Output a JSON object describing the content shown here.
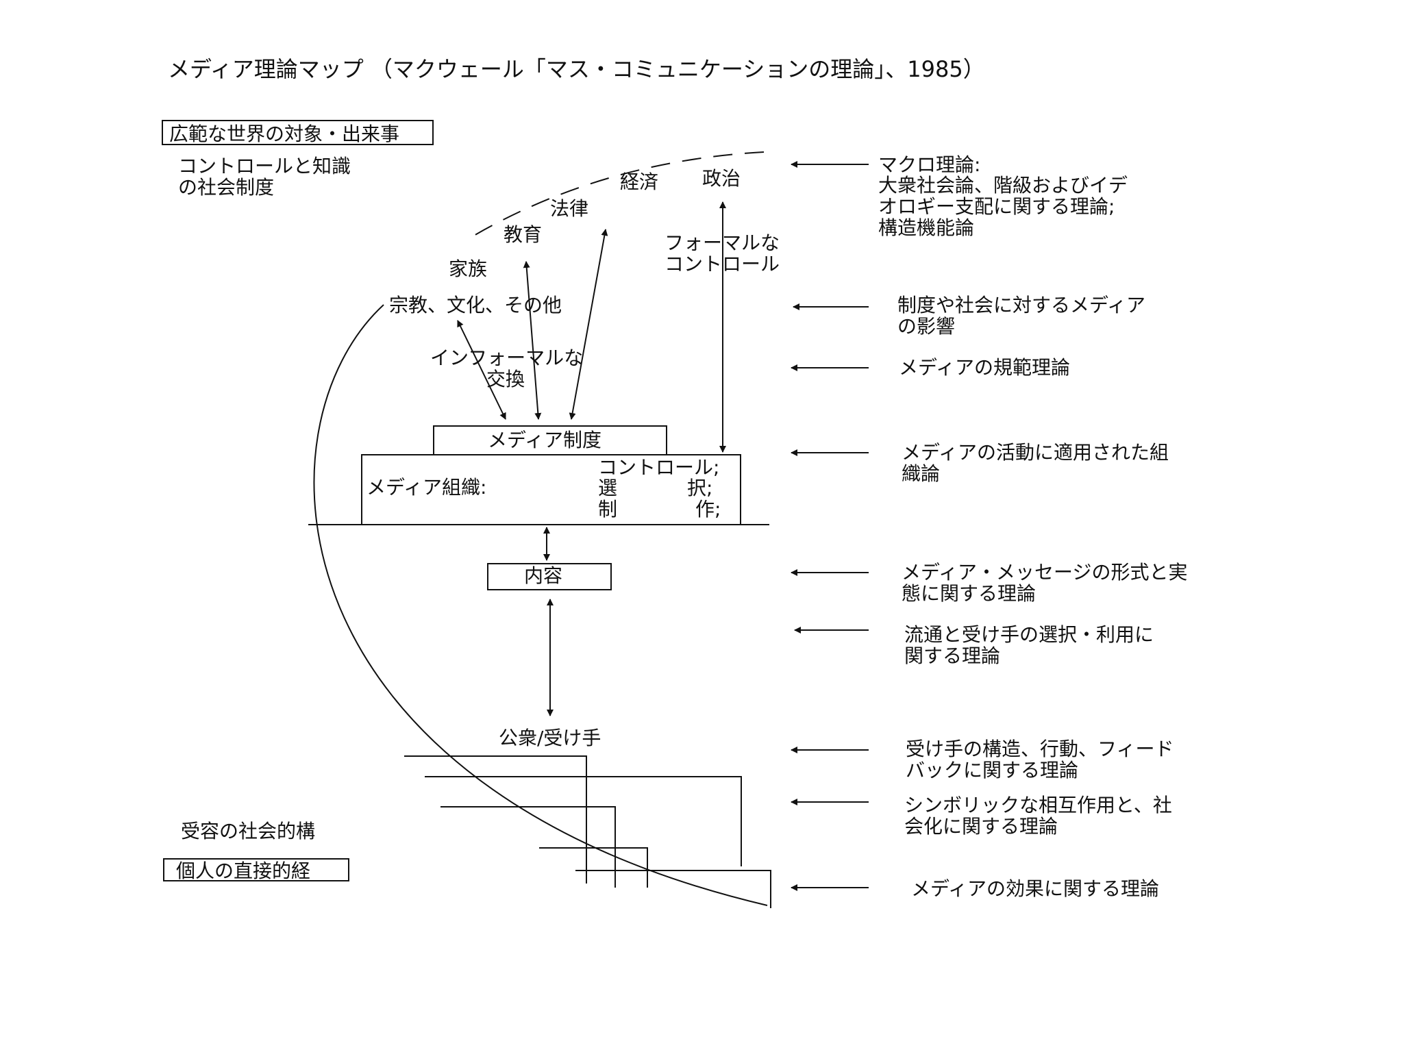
{
  "title": "メディア理論マップ （マクウェール「マス・コミュニケーションの理論」、1985）",
  "top_box": "広範な世界の対象・出来事",
  "control_label": [
    "コントロールと知識",
    "の社会制度"
  ],
  "institutions": {
    "economy": "経済",
    "politics": "政治",
    "law": "法律",
    "education": "教育",
    "family": "家族",
    "religion": "宗教、文化、その他"
  },
  "formal_control": [
    "フォーマルな",
    "コントロール"
  ],
  "informal_exchange": [
    "インフォーマルな",
    "交換"
  ],
  "media_institution": "メディア制度",
  "media_org": {
    "label": "メディア組織:",
    "c1": "コントロール;",
    "c2a": "選",
    "c2b": "択;",
    "c3a": "制",
    "c3b": "作;"
  },
  "content": "内容",
  "public": "公衆/受け手",
  "reception_label": "受容の社会的構",
  "bottom_box": "個人の直接的経",
  "theories": [
    [
      "マクロ理論:",
      "大衆社会論、階級およびイデ",
      "オロギー支配に関する理論;",
      "構造機能論"
    ],
    [
      "制度や社会に対するメディア",
      "の影響"
    ],
    [
      "メディアの規範理論"
    ],
    [
      "メディアの活動に適用された組",
      "織論"
    ],
    [
      "メディア・メッセージの形式と実",
      "態に関する理論"
    ],
    [
      "流通と受け手の選択・利用に",
      "関する理論"
    ],
    [
      "受け手の構造、行動、フィード",
      "バックに関する理論"
    ],
    [
      "シンボリックな相互作用と、社",
      "会化に関する理論"
    ],
    [
      "メディアの効果に関する理論"
    ]
  ]
}
